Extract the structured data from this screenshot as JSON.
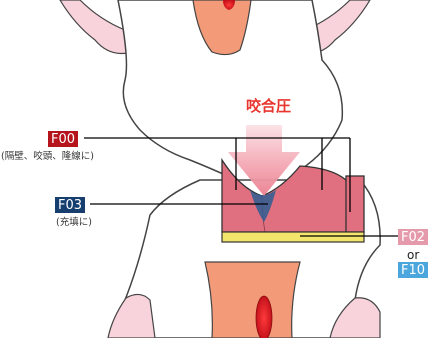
{
  "title": "咬合圧",
  "labels": {
    "f00": {
      "code": "F00",
      "note": "(隔壁、咬頭、隆線に)"
    },
    "f03": {
      "code": "F03",
      "note": "(充填に)"
    },
    "f02": {
      "code": "F02"
    },
    "or": "or",
    "f10": {
      "code": "F10"
    }
  },
  "colors": {
    "f00": "#b5141c",
    "f03": "#163e6f",
    "f02": "#e59aac",
    "f10": "#4aa6dc",
    "title": "#e8352e",
    "tooth_fill": "#e0707f",
    "filling": "#f3e46c",
    "gum": "#f8d3dc",
    "pulp": "#d81a22"
  }
}
